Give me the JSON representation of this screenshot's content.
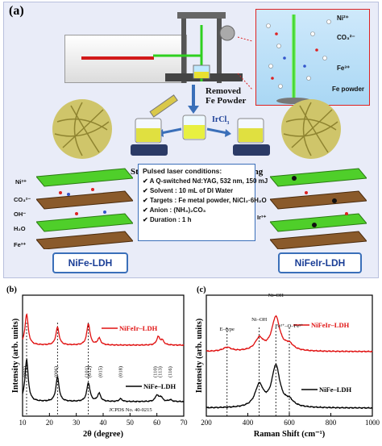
{
  "panel_a": {
    "label": "(a)",
    "removed_label": "Removed\nFe Powder",
    "reagent_label": "IrCl",
    "reagent_sub": "3",
    "stirring_left": "Stirring",
    "stirring_right": "Stirring",
    "inset_labels": [
      "Ni²⁺",
      "CO₃²⁻",
      "Fe³⁺",
      "Fe powder"
    ],
    "left_ions": [
      "Ni²⁺",
      "CO₃²⁻",
      "OH⁻",
      "H₂O",
      "Fe³⁺"
    ],
    "right_ions": [
      "Ir³⁺"
    ],
    "conditions_title": "Pulsed laser conditions:",
    "conditions": [
      "A Q-switched Nd:YAG, 532 nm, 150 mJ",
      "Solvent : 10 mL of DI Water",
      "Targets : Fe metal powder, NiCl₂·6H₂O",
      "Anion : (NH₄)₂CO₃",
      "Duration : 1 h"
    ],
    "left_name": "NiFe-LDH",
    "right_name": "NiFeIr-LDH",
    "colors": {
      "beam": "#2fd01f",
      "box_border": "#3a6fb9",
      "name_text": "#1a3e96",
      "layer_green": "#4fcf2a",
      "layer_brown": "#8a5a2b"
    }
  },
  "chart_data": [
    {
      "panel": "(b)",
      "type": "line",
      "xlabel": "2θ (degree)",
      "ylabel": "Intensity (arb. units)",
      "xlim": [
        10,
        70
      ],
      "xticks": [
        10,
        20,
        30,
        40,
        50,
        60,
        70
      ],
      "series": [
        {
          "name": "NiFeIr–LDH",
          "color": "#e01010",
          "peaks": [
            [
              11.5,
              70
            ],
            [
              23.0,
              40
            ],
            [
              34.5,
              48
            ],
            [
              38.5,
              15
            ],
            [
              60.5,
              18
            ],
            [
              62.0,
              10
            ]
          ]
        },
        {
          "name": "NiFe–LDH",
          "color": "#000000",
          "peaks": [
            [
              11.5,
              95
            ],
            [
              23.0,
              55
            ],
            [
              34.5,
              42
            ],
            [
              38.5,
              18
            ],
            [
              46.5,
              6
            ],
            [
              60.0,
              14
            ],
            [
              61.5,
              10
            ],
            [
              65.0,
              4
            ]
          ]
        }
      ],
      "reference_lines": [
        11.5,
        23.0,
        34.5
      ],
      "hkl_labels": [
        "(003)",
        "(006)",
        "(101)",
        "(012)",
        "(015)",
        "(018)",
        "(110)",
        "(113)",
        "(116)"
      ],
      "hkl_positions": [
        11.5,
        23.0,
        34.5,
        35.5,
        39.5,
        47.0,
        60.0,
        61.8,
        65.5
      ],
      "reference_card": "JCPDS No. 40-0215"
    },
    {
      "panel": "(c)",
      "type": "line",
      "xlabel": "Raman Shift (cm⁻¹)",
      "ylabel": "Intensity (arb. units)",
      "xlim": [
        200,
        1000
      ],
      "xticks": [
        200,
        400,
        600,
        800,
        1000
      ],
      "series": [
        {
          "name": "NiFeIr–LDH",
          "color": "#e01010",
          "peaks": [
            [
              300,
              8
            ],
            [
              455,
              25
            ],
            [
              535,
              70
            ],
            [
              600,
              12
            ]
          ]
        },
        {
          "name": "NiFe–LDH",
          "color": "#000000",
          "peaks": [
            [
              455,
              45
            ],
            [
              535,
              85
            ],
            [
              600,
              12
            ]
          ]
        }
      ],
      "reference_lines": [
        300,
        455,
        535,
        600
      ],
      "annotations": [
        "E–type",
        "Ni–OH",
        "Ni–OH",
        "Fe³⁺–O–Fe³⁺"
      ]
    }
  ]
}
